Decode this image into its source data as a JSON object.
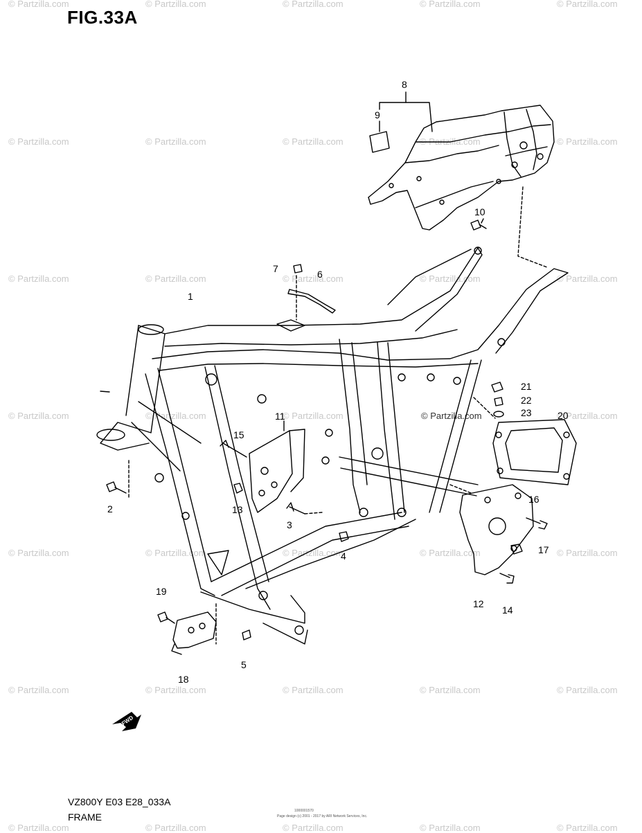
{
  "figure": {
    "title": "FIG.33A",
    "model_code": "VZ800Y E03 E28_033A",
    "name": "FRAME",
    "small_print_1": "1000001570",
    "small_print_2": "Page design (c) 2001 - 2017 by ARI Network Services, Inc."
  },
  "watermark": {
    "text": "© Partzilla.com",
    "inline_text": "© Partzilla.com"
  },
  "fwd_badge": {
    "label": "FWD",
    "icon": "forward-arrow-icon"
  },
  "callouts": [
    {
      "id": "1",
      "label": "1"
    },
    {
      "id": "2",
      "label": "2"
    },
    {
      "id": "3",
      "label": "3"
    },
    {
      "id": "4",
      "label": "4"
    },
    {
      "id": "5",
      "label": "5"
    },
    {
      "id": "6",
      "label": "6"
    },
    {
      "id": "7",
      "label": "7"
    },
    {
      "id": "8",
      "label": "8"
    },
    {
      "id": "9",
      "label": "9"
    },
    {
      "id": "10",
      "label": "10"
    },
    {
      "id": "11",
      "label": "11"
    },
    {
      "id": "12",
      "label": "12"
    },
    {
      "id": "13",
      "label": "13"
    },
    {
      "id": "14",
      "label": "14"
    },
    {
      "id": "15",
      "label": "15"
    },
    {
      "id": "16",
      "label": "16"
    },
    {
      "id": "17",
      "label": "17"
    },
    {
      "id": "18",
      "label": "18"
    },
    {
      "id": "19",
      "label": "19"
    },
    {
      "id": "20",
      "label": "20"
    },
    {
      "id": "21",
      "label": "21"
    },
    {
      "id": "22",
      "label": "22"
    },
    {
      "id": "23",
      "label": "23"
    }
  ]
}
